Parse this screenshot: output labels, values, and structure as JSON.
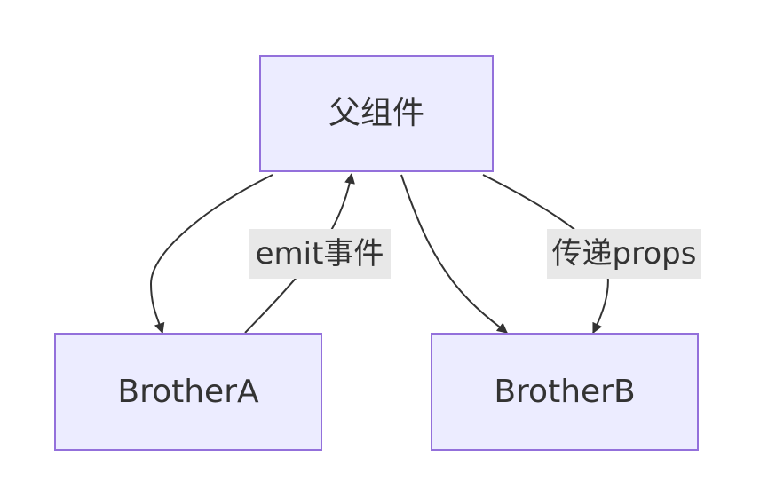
{
  "diagram": {
    "type": "flowchart",
    "colors": {
      "node_fill": "#ECECFF",
      "node_border": "#9370DB",
      "edge": "#333333",
      "label_bg": "#E8E8E8",
      "text": "#333333"
    },
    "nodes": {
      "parent": {
        "label": "父组件"
      },
      "brother_a": {
        "label": "BrotherA"
      },
      "brother_b": {
        "label": "BrotherB"
      }
    },
    "edge_labels": {
      "emit": "emit事件",
      "props": "传递props"
    },
    "edges": [
      {
        "from": "parent",
        "to": "brother_a",
        "label": ""
      },
      {
        "from": "brother_a",
        "to": "parent",
        "label": "emit事件"
      },
      {
        "from": "parent",
        "to": "brother_b",
        "label": ""
      },
      {
        "from": "parent",
        "to": "brother_b",
        "label": "传递props"
      }
    ]
  }
}
